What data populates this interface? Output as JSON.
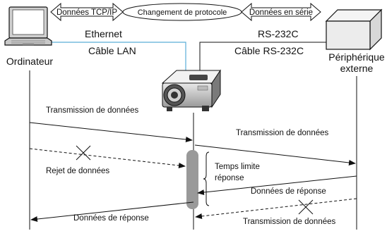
{
  "top": {
    "tcp_label": "Données TCP/IP",
    "protocol_label": "Changement de protocole",
    "serial_label": "Données en série",
    "ethernet_label": "Ethernet",
    "lan_cable_label": "Câble LAN",
    "rs232c_label": "RS-232C",
    "rs232c_cable_label": "Câble RS-232C"
  },
  "devices": {
    "computer_label": "Ordinateur",
    "peripheral_label_line1": "Périphérique",
    "peripheral_label_line2": "externe"
  },
  "sequence": {
    "tx_left": "Transmission de données",
    "tx_right": "Transmission de données",
    "reject": "Rejet de données",
    "timeout_line1": "Temps limite",
    "timeout_line2": "réponse",
    "response_right": "Données de réponse",
    "response_left": "Données de réponse",
    "tx_bottom_right": "Transmission de données"
  },
  "colors": {
    "lan_cable": "#5aaed8",
    "timeout_bar": "#999999"
  }
}
